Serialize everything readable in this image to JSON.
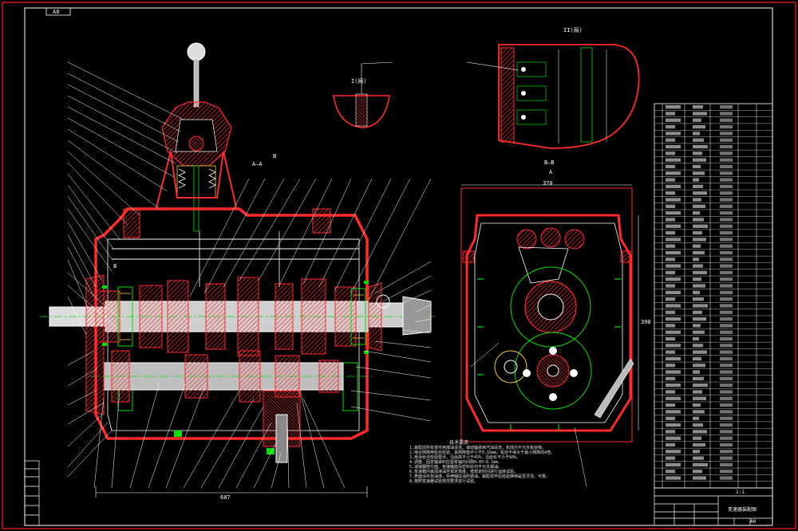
{
  "drawing": {
    "top_tag": "A0",
    "labels": {
      "section_aa": "A—A",
      "section_bb": "B—B",
      "view_b_arrow": "B",
      "cut_a": "A",
      "cut_b": "B",
      "detail_i": "I(局)",
      "detail_ii": "II(局)"
    },
    "dims": {
      "overall_length": "687",
      "bb_width": "370",
      "bb_height": "390"
    },
    "notes_title": "技术要求",
    "notes": [
      "1.装配前所有零件用煤油清洗，滚动轴承用汽油清洗，机体内不允许有杂物。",
      "2.啮合侧隙用铅丝检验，其侧隙值不小于0.16mm，铅丝不得大于最小侧隙的4倍。",
      "3.用涂色法检验斑点，沿齿高不小于45%，沿齿长不小于60%。",
      "4.调整、固定轴承时应留有轴向间隙0.05~0.1mm。",
      "5.减速器剖分面、各接触面及密封处均不允许漏油。",
      "6.变速箱内装润滑油至规定高度，按规定时间进行运转试验。",
      "7.表面涂灰色油漆，外伸轴段涂防锈油，装配完毕后检验换档是否灵活、可靠。",
      "8.按照变速器试验规范要求进行试验。"
    ],
    "title_block": {
      "name": "变速器装配图",
      "scale": "1:1",
      "sheet": "A0"
    }
  }
}
